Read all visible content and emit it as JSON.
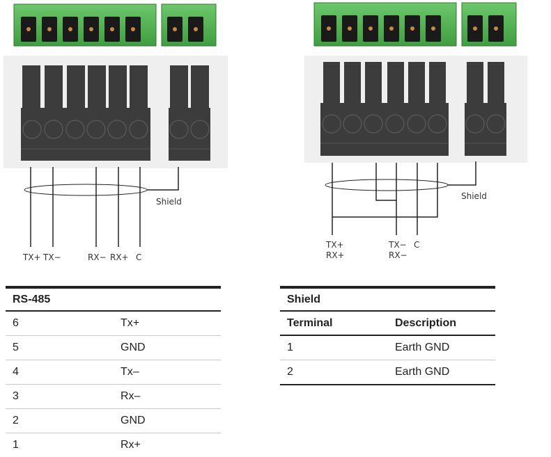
{
  "left_diagram": {
    "wire_labels": [
      "TX+",
      "TX−",
      "RX−",
      "RX+",
      "C"
    ],
    "shield_label": "Shield"
  },
  "right_diagram": {
    "wire_labels_top": [
      "TX+",
      "TX−",
      "C"
    ],
    "wire_labels_bottom": [
      "RX+",
      "RX−"
    ],
    "shield_label": "Shield"
  },
  "rs485_table": {
    "title": "RS-485",
    "rows": [
      {
        "terminal": "6",
        "desc": "Tx+"
      },
      {
        "terminal": "5",
        "desc": "GND"
      },
      {
        "terminal": "4",
        "desc": "Tx–"
      },
      {
        "terminal": "3",
        "desc": "Rx–"
      },
      {
        "terminal": "2",
        "desc": "GND"
      },
      {
        "terminal": "1",
        "desc": "Rx+"
      }
    ]
  },
  "shield_table": {
    "title": "Shield",
    "headers": [
      "Terminal",
      "Description"
    ],
    "rows": [
      {
        "terminal": "1",
        "desc": "Earth GND"
      },
      {
        "terminal": "2",
        "desc": "Earth GND"
      }
    ]
  },
  "colors": {
    "connector_green": "#4fb14f",
    "plug_body": "#3c3c3c",
    "plug_panel": "#efefef",
    "wire": "#222222"
  }
}
